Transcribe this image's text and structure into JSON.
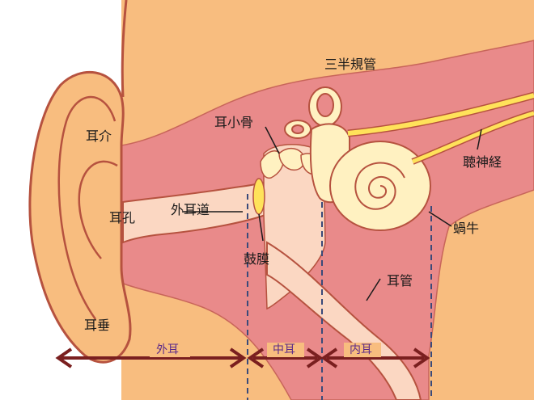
{
  "labels": {
    "semicircular_canals": "三半規管",
    "pinna": "耳介",
    "ossicles": "耳小骨",
    "auditory_nerve": "聴神経",
    "ear_hole": "耳孔",
    "ear_canal": "外耳道",
    "cochlea": "蝸牛",
    "eardrum": "鼓膜",
    "eustachian_tube": "耳管",
    "earlobe": "耳垂"
  },
  "sections": {
    "outer_ear": "外耳",
    "middle_ear": "中耳",
    "inner_ear": "内耳"
  },
  "colors": {
    "skin": "#f8bd7f",
    "flesh": "#e98a8a",
    "canal": "#fbd7c2",
    "ossicle": "#fff1c1",
    "nerve": "#ffe25a",
    "outline": "#b6523f",
    "arrow": "#7a1f1f",
    "section_text": "#5c2a8a",
    "divider": "#3a4a7a"
  }
}
